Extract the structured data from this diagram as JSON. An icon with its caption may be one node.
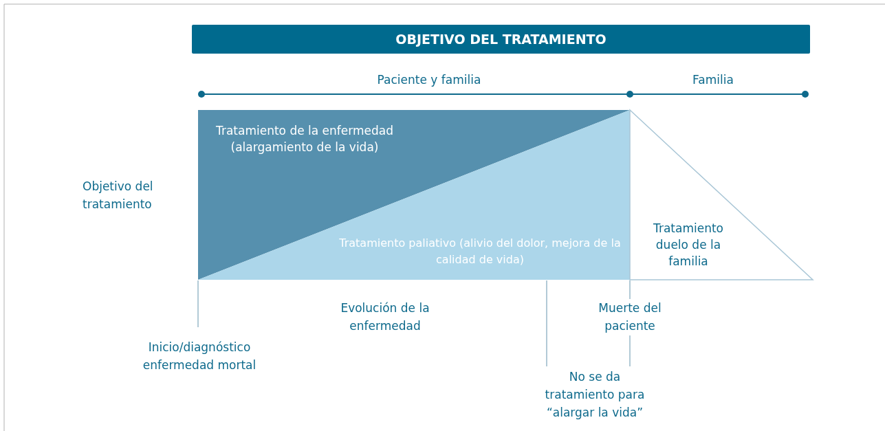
{
  "diagram": {
    "title": "OBJETIVO DEL TRATAMIENTO",
    "nodes": [
      {
        "text": [
          "Tratamiento de la enfermedad (alargamiento de la vida)"
        ]
      },
      {
        "text": [
          "Tratamiento paliativo (alivio del dolor, mejora de la calidad de vida)"
        ]
      },
      {
        "text": [
          "Tratamiento duelo de la familia"
        ]
      },
      {
        "text": [
          "Muerte del paciente"
        ]
      },
      {
        "text": [
          "Inicio/diagnóstico enfermedad mortal"
        ]
      },
      {
        "text": [
          "No se da tratamiento para “alargar la vida”"
        ]
      }
    ],
    "edges": [
      {
        "from": 3,
        "to": 2,
        "arrow": "none"
      },
      {
        "from": 4,
        "to": 1,
        "arrow": "none"
      },
      {
        "from": 5,
        "to": 1,
        "arrow": "none"
      },
      {
        "from": 3,
        "to": 5,
        "arrow": "none"
      }
    ],
    "labels": [
      "Paciente y familia",
      "Familia",
      "Objetivo del tratamiento",
      "Evolución de la enfermedad"
    ]
  }
}
